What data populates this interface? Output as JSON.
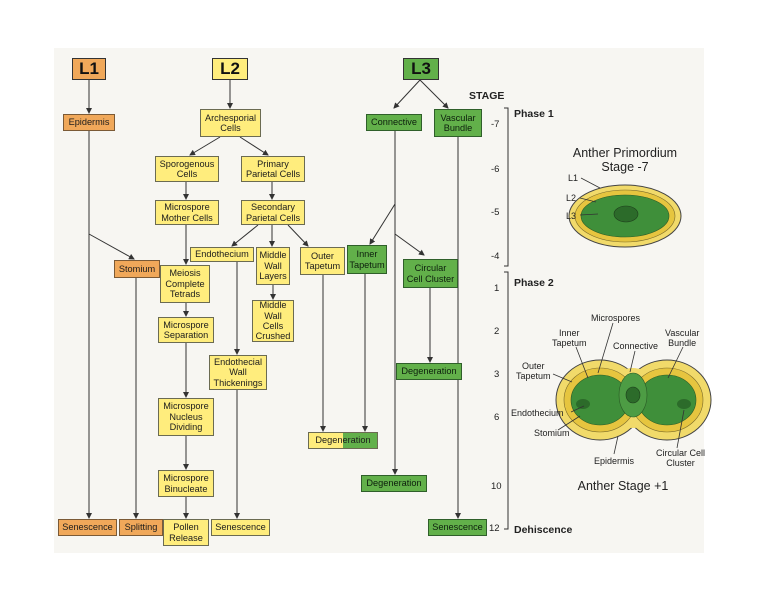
{
  "headers": {
    "l1": "L1",
    "l2": "L2",
    "l3": "L3"
  },
  "colors": {
    "l1": "#f0a85a",
    "l2": "#ffed7d",
    "l3": "#62b04a"
  },
  "stage_label": "STAGE",
  "stages": [
    "-7",
    "-6",
    "-5",
    "-4",
    "1",
    "2",
    "3",
    "6",
    "10",
    "12"
  ],
  "phases": {
    "phase1": "Phase 1",
    "phase2": "Phase 2",
    "dehiscence": "Dehiscence"
  },
  "l1_boxes": {
    "epidermis": "Epidermis",
    "stomium": "Stomium",
    "senescence": "Senescence",
    "splitting": "Splitting"
  },
  "l2_boxes": {
    "archesporial": "Archesporial\nCells",
    "sporogenous": "Sporogenous\nCells",
    "primary_parietal": "Primary\nParietal Cells",
    "microspore_mother": "Microspore\nMother Cells",
    "secondary_parietal": "Secondary\nParietal Cells",
    "endothecium": "Endothecium",
    "middle_wall": "Middle\nWall\nLayers",
    "outer_tapetum": "Outer\nTapetum",
    "meiosis": "Meiosis\nComplete\nTetrads",
    "middle_wall_crushed": "Middle\nWall\nCells\nCrushed",
    "microspore_separation": "Microspore\nSeparation",
    "endothecial_wall": "Endothecial\nWall\nThickenings",
    "nucleus_dividing": "Microspore\nNucleus\nDividing",
    "degeneration_tapetum": "Degeneration",
    "binucleate": "Microspore\nBinucleate",
    "pollen_release": "Pollen\nRelease",
    "senescence": "Senescence"
  },
  "l3_boxes": {
    "connective": "Connective",
    "vascular_bundle": "Vascular\nBundle",
    "inner_tapetum": "Inner\nTapetum",
    "circular_cluster": "Circular\nCell Cluster",
    "degeneration_cluster": "Degeneration",
    "degeneration_connective": "Degeneration",
    "senescence": "Senescence"
  },
  "primordium": {
    "caption": "Anther Primordium\nStage -7",
    "labels": {
      "l1": "L1",
      "l2": "L2",
      "l3": "L3"
    }
  },
  "anther": {
    "caption": "Anther Stage +1",
    "labels": {
      "microspores": "Microspores",
      "inner_tapetum": "Inner\nTapetum",
      "connective": "Connective",
      "vascular_bundle": "Vascular\nBundle",
      "outer_tapetum": "Outer\nTapetum",
      "endothecium": "Endothecium",
      "stomium": "Stomium",
      "epidermis": "Epidermis",
      "circular_cell_cluster": "Circular Cell\nCluster"
    }
  }
}
